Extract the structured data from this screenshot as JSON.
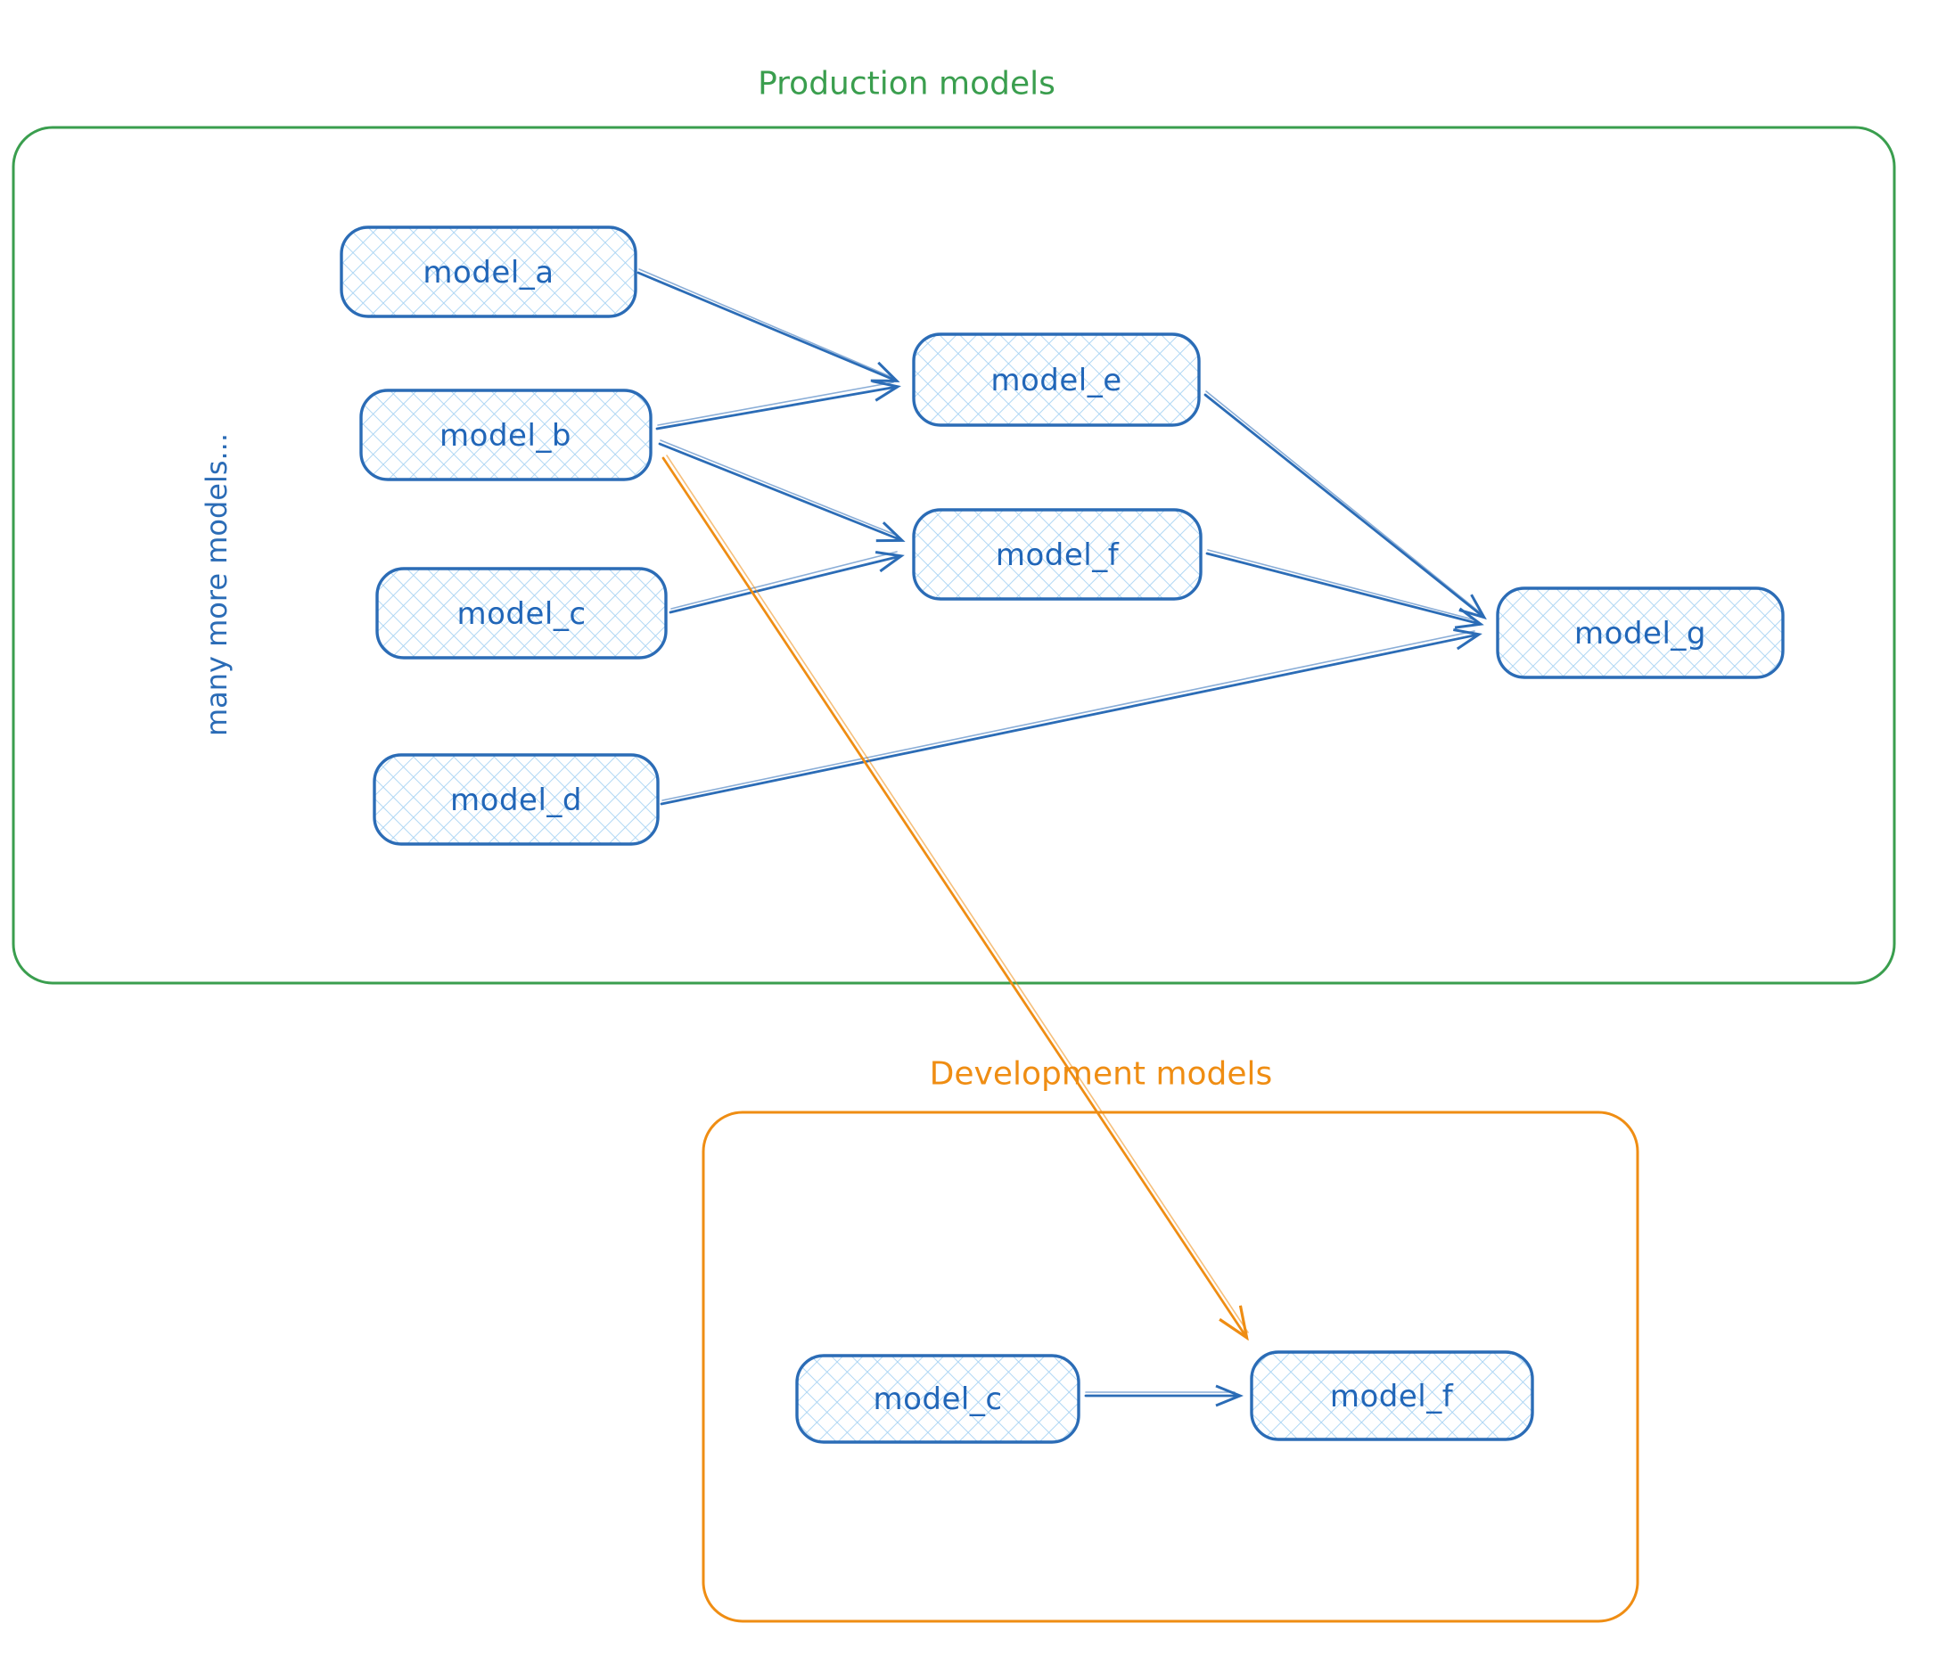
{
  "diagram": {
    "production": {
      "title": "Production models",
      "side_note": "many more models...",
      "nodes": {
        "a": {
          "label": "model_a"
        },
        "b": {
          "label": "model_b"
        },
        "c": {
          "label": "model_c"
        },
        "d": {
          "label": "model_d"
        },
        "e": {
          "label": "model_e"
        },
        "f": {
          "label": "model_f"
        },
        "g": {
          "label": "model_g"
        }
      }
    },
    "development": {
      "title": "Development models",
      "nodes": {
        "c": {
          "label": "model_c"
        },
        "f": {
          "label": "model_f"
        }
      }
    },
    "edges": [
      {
        "from": "model_a",
        "to": "model_e",
        "scope": "production",
        "color": "blue"
      },
      {
        "from": "model_b",
        "to": "model_e",
        "scope": "production",
        "color": "blue"
      },
      {
        "from": "model_b",
        "to": "model_f",
        "scope": "production",
        "color": "blue"
      },
      {
        "from": "model_c",
        "to": "model_f",
        "scope": "production",
        "color": "blue"
      },
      {
        "from": "model_e",
        "to": "model_g",
        "scope": "production",
        "color": "blue"
      },
      {
        "from": "model_f",
        "to": "model_g",
        "scope": "production",
        "color": "blue"
      },
      {
        "from": "model_d",
        "to": "model_g",
        "scope": "production",
        "color": "blue"
      },
      {
        "from": "model_b (production)",
        "to": "model_f (development)",
        "scope": "cross-container",
        "color": "orange"
      },
      {
        "from": "model_c",
        "to": "model_f",
        "scope": "development",
        "color": "blue"
      }
    ],
    "colors": {
      "node_stroke": "#2b6cb6",
      "node_text": "#2166b8",
      "node_hatch": "#a8d3f3",
      "production_accent": "#3a9e4e",
      "development_accent": "#ef8d13",
      "arrow_blue": "#2b6cb6",
      "arrow_orange": "#ef8d13",
      "background": "#ffffff"
    }
  }
}
